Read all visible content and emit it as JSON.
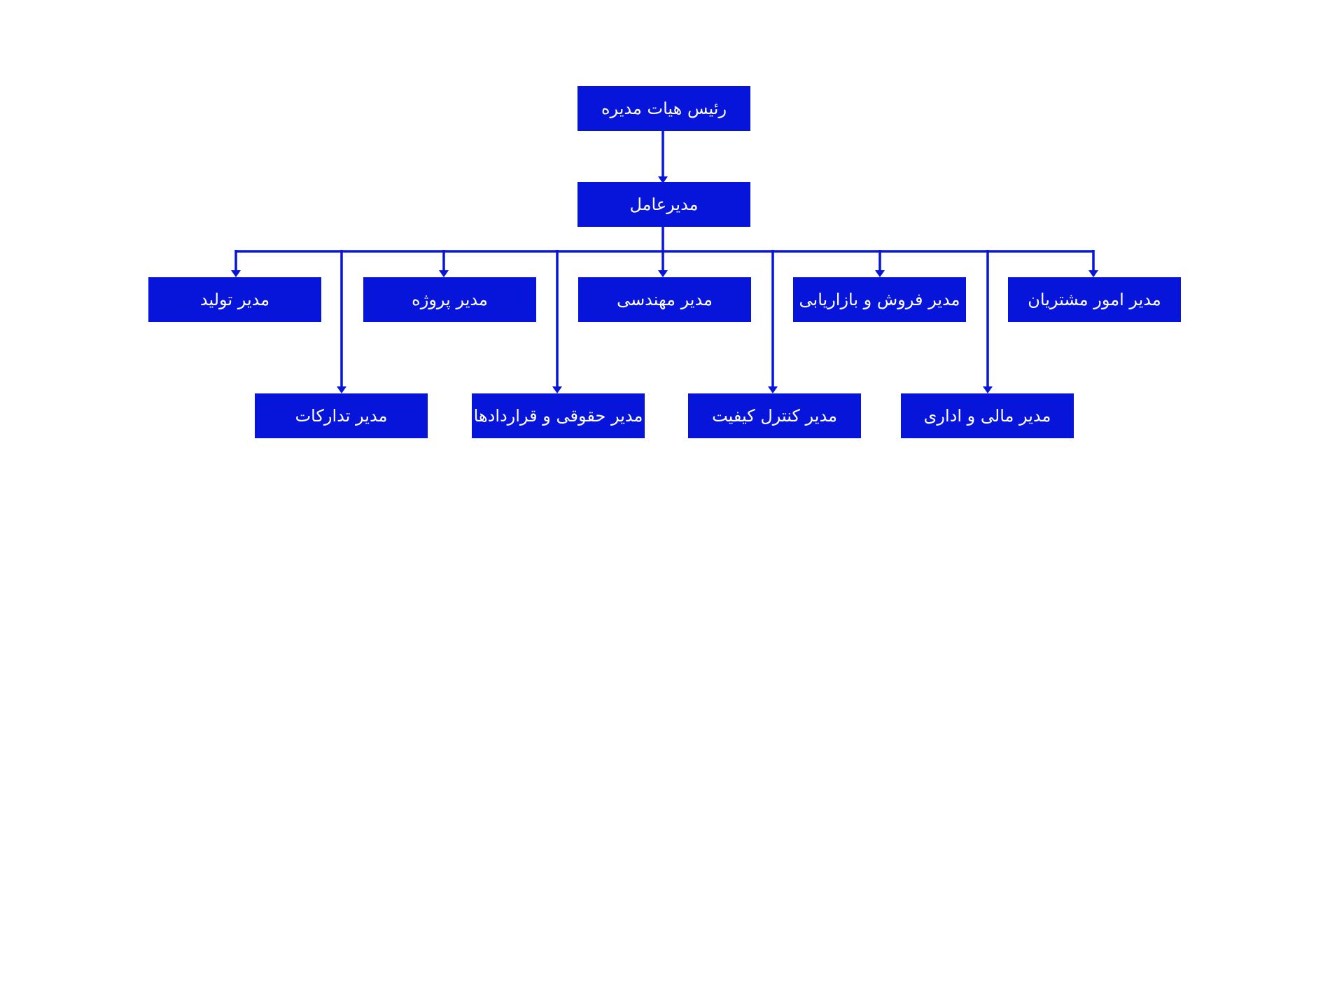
{
  "diagram": {
    "type": "org-chart",
    "colors": {
      "box_fill": "#0714d9",
      "box_text": "#ffffff",
      "connector": "#0714d9",
      "background": "#ffffff"
    },
    "nodes": {
      "chairman": "رئیس هیات مدیره",
      "ceo": "مدیرعامل",
      "customer_affairs": "مدیر امور مشتریان",
      "sales_marketing": "مدیر فروش و بازاریابی",
      "engineering": "مدیر مهندسی",
      "project": "مدیر پروژه",
      "production": "مدیر تولید",
      "finance_admin": "مدیر مالی و اداری",
      "quality_control": "مدیر کنترل کیفیت",
      "legal_contracts": "مدیر حقوقی و قراردادها",
      "procurement": "مدیر تدارکات"
    },
    "edges": [
      [
        "chairman",
        "ceo"
      ],
      [
        "ceo",
        "customer_affairs"
      ],
      [
        "ceo",
        "sales_marketing"
      ],
      [
        "ceo",
        "engineering"
      ],
      [
        "ceo",
        "project"
      ],
      [
        "ceo",
        "production"
      ],
      [
        "ceo",
        "finance_admin"
      ],
      [
        "ceo",
        "quality_control"
      ],
      [
        "ceo",
        "legal_contracts"
      ],
      [
        "ceo",
        "procurement"
      ]
    ]
  }
}
